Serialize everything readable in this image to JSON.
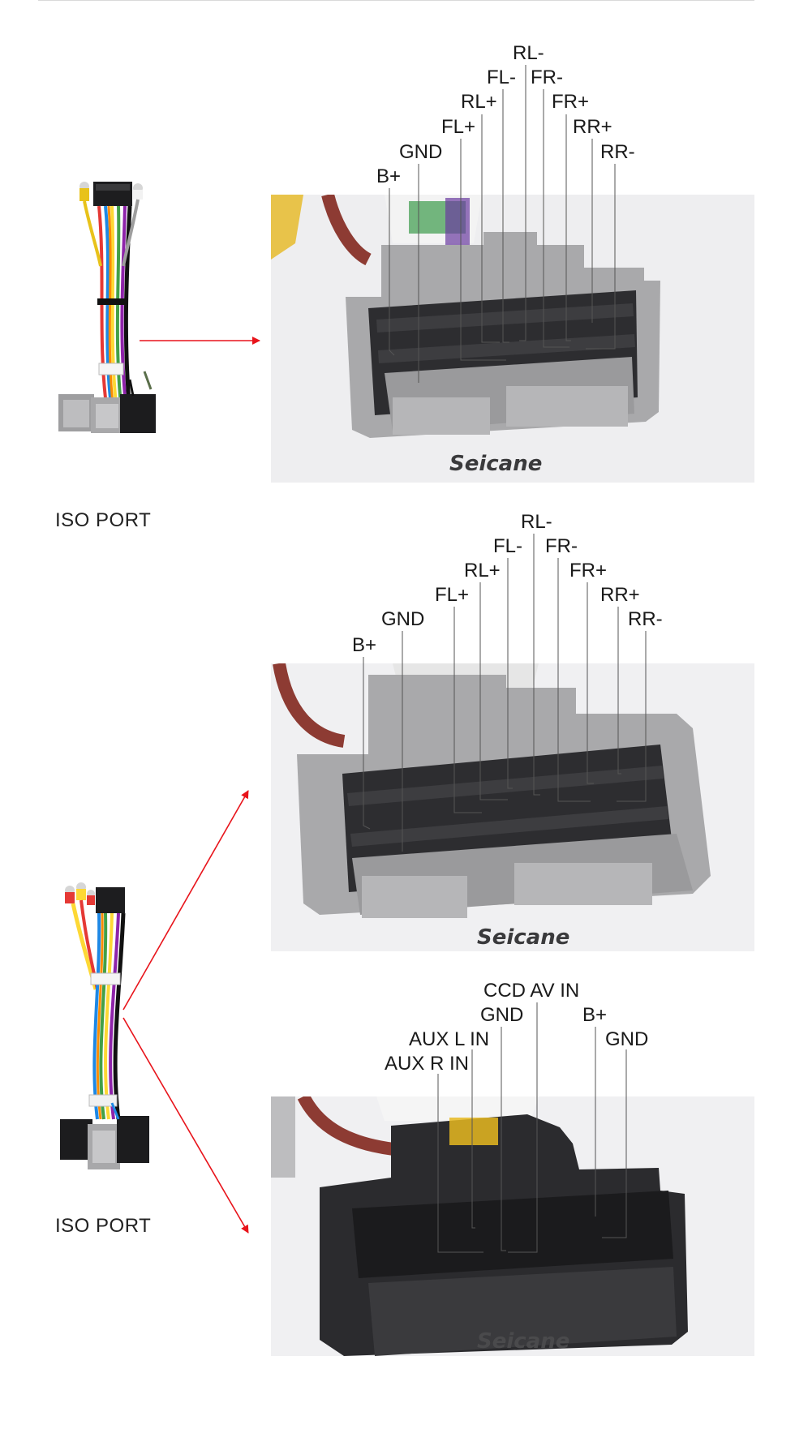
{
  "port_labels": [
    "ISO PORT",
    "ISO PORT"
  ],
  "watermark": "Seicane",
  "connector1": {
    "pins": [
      "RL-",
      "FL-",
      "FR-",
      "RL+",
      "FR+",
      "FL+",
      "RR+",
      "GND",
      "RR-",
      "B+"
    ]
  },
  "connector2": {
    "pins": [
      "RL-",
      "FL-",
      "FR-",
      "RL+",
      "FR+",
      "FL+",
      "RR+",
      "GND",
      "RR-",
      "B+"
    ]
  },
  "connector3": {
    "pins": [
      "CCD AV IN",
      "GND",
      "B+",
      "AUX L IN",
      "GND",
      "AUX R IN"
    ]
  },
  "colors": {
    "arrow": "#e8141b",
    "leader": "#555555",
    "connector_gray": "#a9a9ab",
    "connector_black": "#2b2b2e"
  }
}
